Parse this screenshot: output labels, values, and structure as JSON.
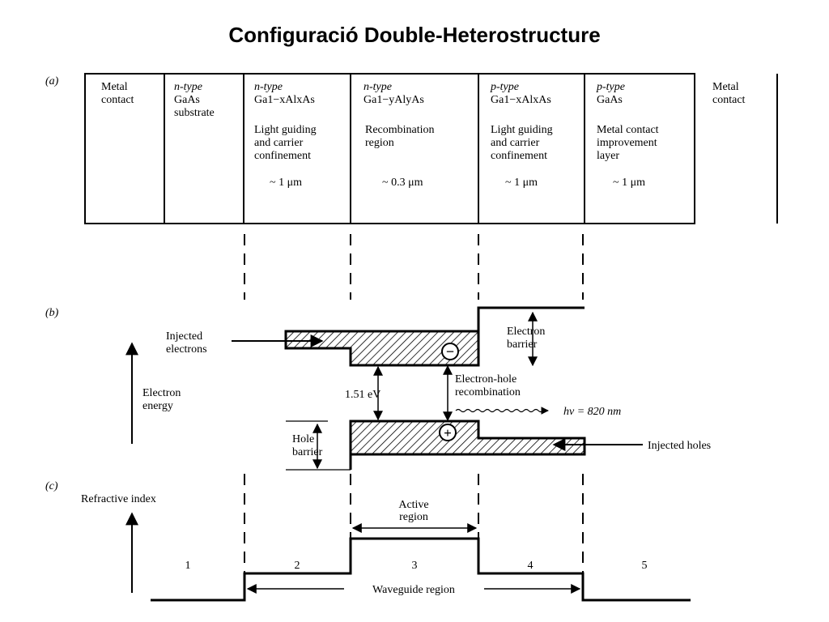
{
  "title": "Configuració Double-Heterostructure",
  "part_labels": {
    "a": "(a)",
    "b": "(b)",
    "c": "(c)"
  },
  "layers": [
    {
      "line1": "Metal",
      "line2": "contact"
    },
    {
      "line1": "n-type",
      "line2": "GaAs",
      "line3": "substrate"
    },
    {
      "line1": "n-type",
      "formula": "Ga1−xAlxAs",
      "desc1": "Light guiding",
      "desc2": "and carrier",
      "desc3": "confinement",
      "thickness": "~ 1 μm"
    },
    {
      "line1": "n-type",
      "formula": "Ga1−yAlyAs",
      "desc1": "Recombination",
      "desc2": "region",
      "thickness": "~ 0.3 μm"
    },
    {
      "line1": "p-type",
      "formula": "Ga1−xAlxAs",
      "desc1": "Light guiding",
      "desc2": "and carrier",
      "desc3": "confinement",
      "thickness": "~ 1 μm"
    },
    {
      "line1": "p-type",
      "line2": "GaAs",
      "desc1": "Metal contact",
      "desc2": "improvement",
      "desc3": "layer",
      "thickness": "~ 1 μm"
    },
    {
      "line1": "Metal",
      "line2": "contact"
    }
  ],
  "energy": {
    "axis_line1": "Electron",
    "axis_line2": "energy",
    "injected_electrons_1": "Injected",
    "injected_electrons_2": "electrons",
    "electron_barrier_1": "Electron",
    "electron_barrier_2": "barrier",
    "gap": "1.51 eV",
    "recomb_1": "Electron-hole",
    "recomb_2": "recombination",
    "photon": "hν = 820 nm",
    "hole_barrier_1": "Hole",
    "hole_barrier_2": "barrier",
    "injected_holes": "Injected holes",
    "electron_symbol": "−",
    "hole_symbol": "+"
  },
  "refractive": {
    "axis_label": "Refractive index",
    "active_1": "Active",
    "active_2": "region",
    "waveguide": "Waveguide region",
    "regions": [
      "1",
      "2",
      "3",
      "4",
      "5"
    ]
  }
}
